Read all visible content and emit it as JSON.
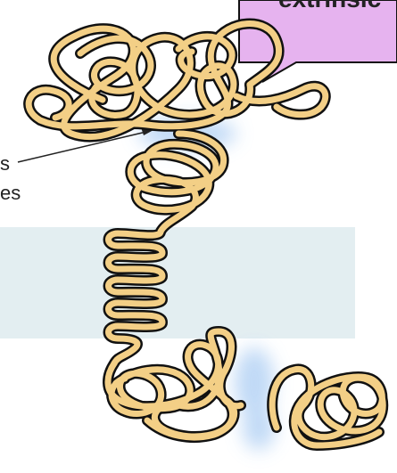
{
  "callout": {
    "text": "extrinsic"
  },
  "side_label": {
    "line1": "s",
    "line2": "es"
  },
  "colors": {
    "protein_fill": "#f3cf86",
    "protein_outline": "#111111",
    "callout_fill": "#e6b3ef",
    "membrane": "#e3eef1",
    "glow": "#b9d5f5"
  }
}
